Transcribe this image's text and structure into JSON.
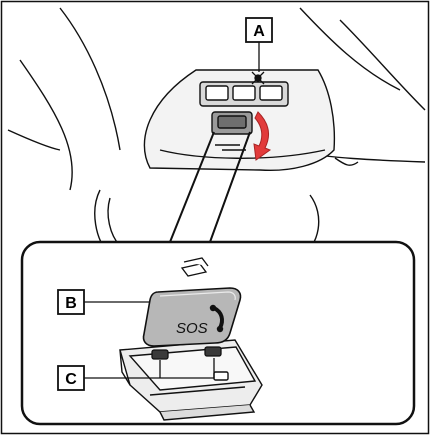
{
  "callouts": {
    "a": "A",
    "b": "B",
    "c": "C"
  },
  "button_text": "SOS",
  "colors": {
    "outline": "#111111",
    "panel_fill": "#e6e6e6",
    "button_fill": "#b7b7b7",
    "accent_arrow": "#e23b3b"
  }
}
